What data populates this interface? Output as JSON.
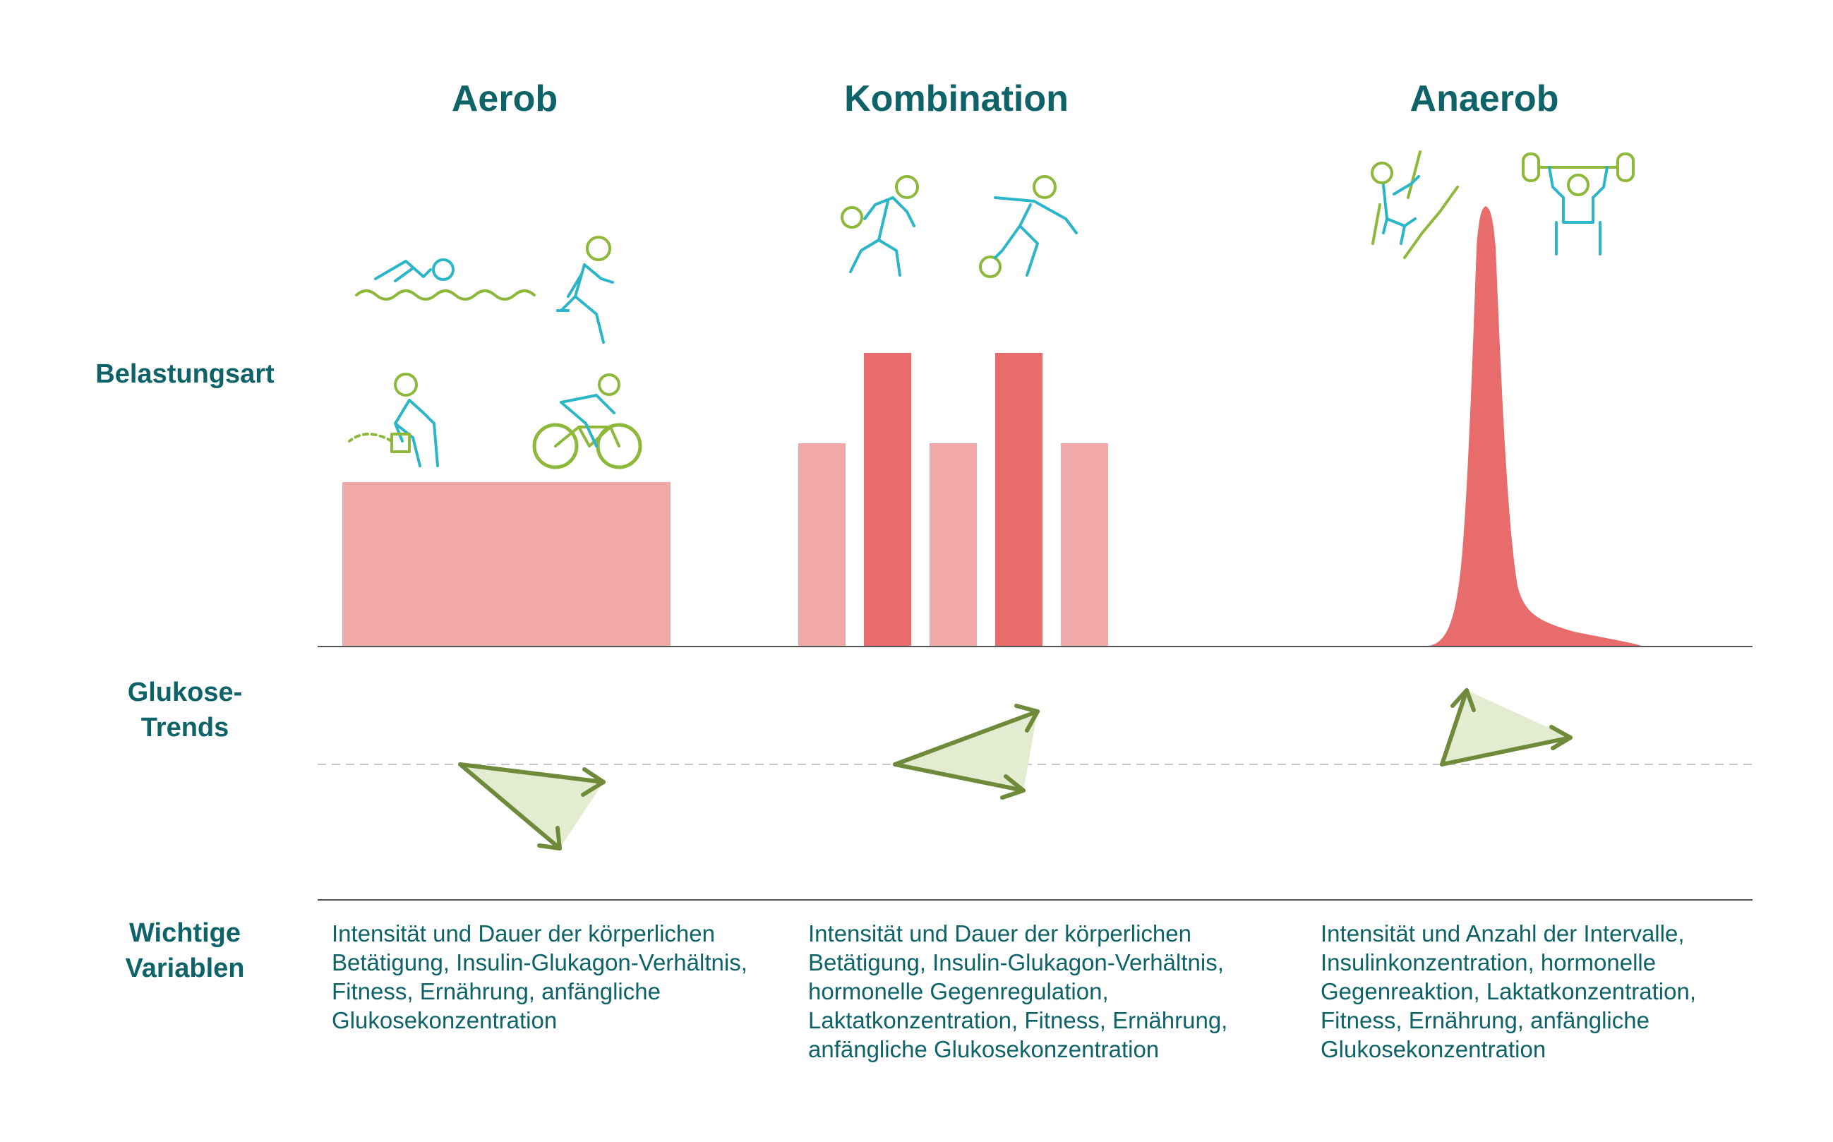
{
  "columns": [
    {
      "title": "Aerob",
      "variables": "Intensität und Dauer der körperlichen Betätigung, Insulin-Glukagon-Verhältnis, Fitness, Ernährung, anfängliche Glukosekonzentration"
    },
    {
      "title": "Kombination",
      "variables": "Intensität und Dauer der körperlichen Betätigung, Insulin-Glukagon-Verhältnis, hormonelle Gegenregulation, Laktatkonzentration, Fitness, Ernährung, anfängliche Glukosekonzentration"
    },
    {
      "title": "Anaerob",
      "variables": "Intensität und Anzahl der Intervalle, Insulinkonzentration, hormonelle Gegenreaktion, Laktatkonzentration, Fitness, Ernährung, anfängliche Glukosekonzentration"
    }
  ],
  "rows": {
    "load_type": "Belastungsart",
    "glucose_trends": "Glukose-\nTrends",
    "key_variables": "Wichtige\nVariablen"
  },
  "icons": {
    "aerob": [
      "swimming-icon",
      "running-icon",
      "gardening-icon",
      "cycling-icon"
    ],
    "kombination": [
      "basketball-icon",
      "soccer-icon"
    ],
    "anaerob": [
      "climbing-icon",
      "weightlifting-icon"
    ]
  },
  "colors": {
    "title": "#0e6368",
    "bar_light": "#f0a9a8",
    "bar_dark": "#e86c6c",
    "arrow": "#6f8a3a",
    "arrow_fill": "#e3ecd0",
    "icon_teal": "#2bb5c8",
    "icon_green": "#8db83a",
    "axis": "#555555",
    "dashed": "#c8c8c8"
  },
  "intensity_profiles": {
    "aerob": {
      "pattern": "constant",
      "level": 0.41
    },
    "kombination": {
      "pattern": "intervals",
      "levels": [
        0.51,
        0.74,
        0.51,
        0.74,
        0.51
      ]
    },
    "anaerob": {
      "pattern": "peak",
      "level": 1.0
    }
  }
}
